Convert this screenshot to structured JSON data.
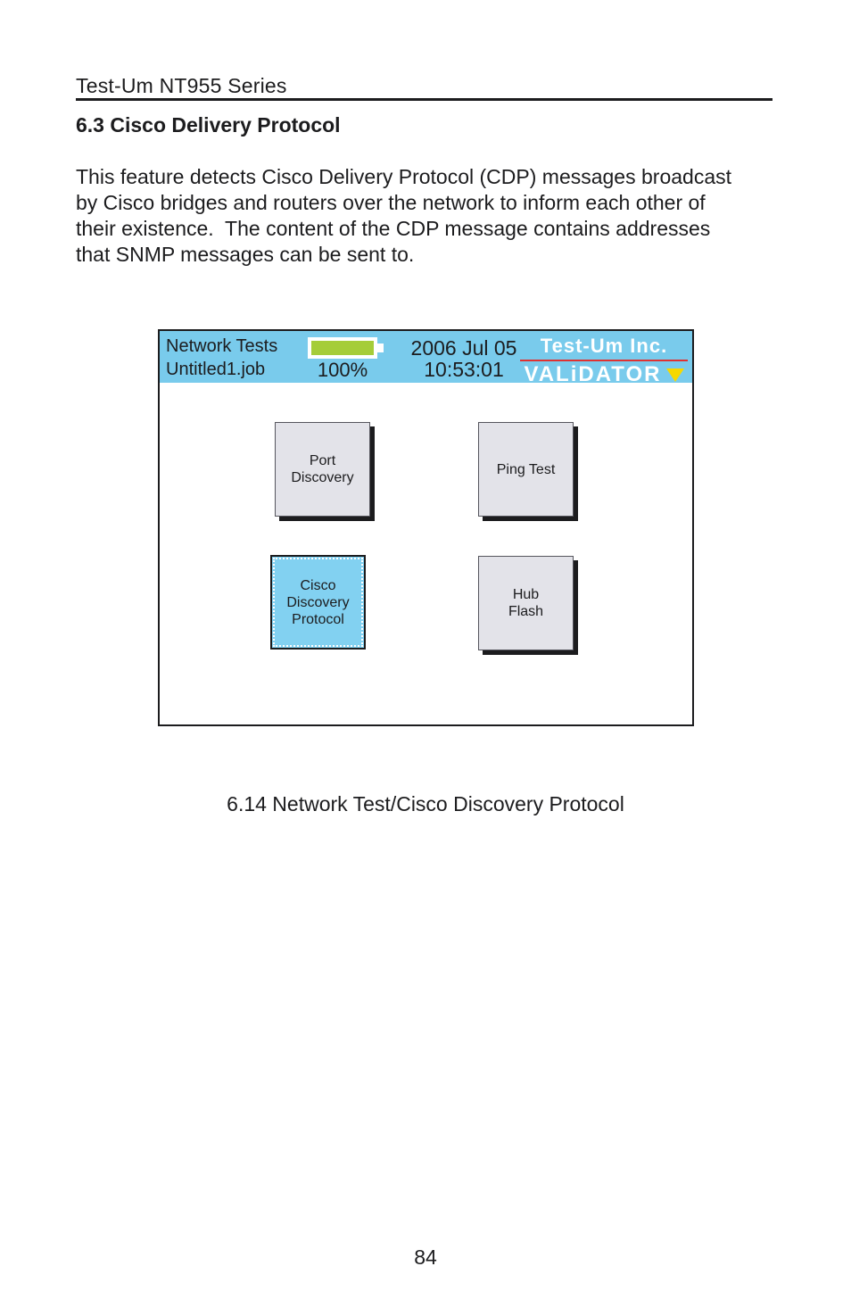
{
  "page": {
    "header": "Test-Um NT955 Series",
    "section_title": "6.3 Cisco Delivery Protocol",
    "intro_lines": [
      "This feature detects Cisco Delivery Protocol (CDP) messages broadcast",
      "by Cisco bridges and routers over the network to inform each other of",
      "their existence.  The content of the CDP message contains addresses",
      "that SNMP messages can be sent to."
    ],
    "figure_caption": "6.14 Network Test/Cisco Discovery Protocol",
    "page_number": "84"
  },
  "device_screen": {
    "status_bar": {
      "screen_title": "Network Tests",
      "job_name": "Untitled1.job",
      "battery_icon": "battery-full-icon",
      "battery_percent": "100%",
      "date": "2006 Jul 05",
      "time": "10:53:01",
      "brand": "Test-Um  Inc.",
      "product": "VALiDATOR",
      "product_triangle_icon": "down-triangle-icon"
    },
    "buttons": [
      {
        "label": "Port\nDiscovery",
        "selected": false
      },
      {
        "label": "Ping Test",
        "selected": false
      },
      {
        "label": "Cisco\nDiscovery\nProtocol",
        "selected": true
      },
      {
        "label": "Hub\nFlash",
        "selected": false
      }
    ]
  },
  "colors": {
    "status_bar_blue": "#79CBEC",
    "selected_button_blue": "#82D1F1",
    "battery_green": "#A5CD39",
    "button_gray": "#E3E3E9",
    "shadow_black": "#1c1c1e",
    "brand_underline_red": "#E03131",
    "triangle_yellow": "#F6D800",
    "logo_text_white": "#ffffff"
  }
}
